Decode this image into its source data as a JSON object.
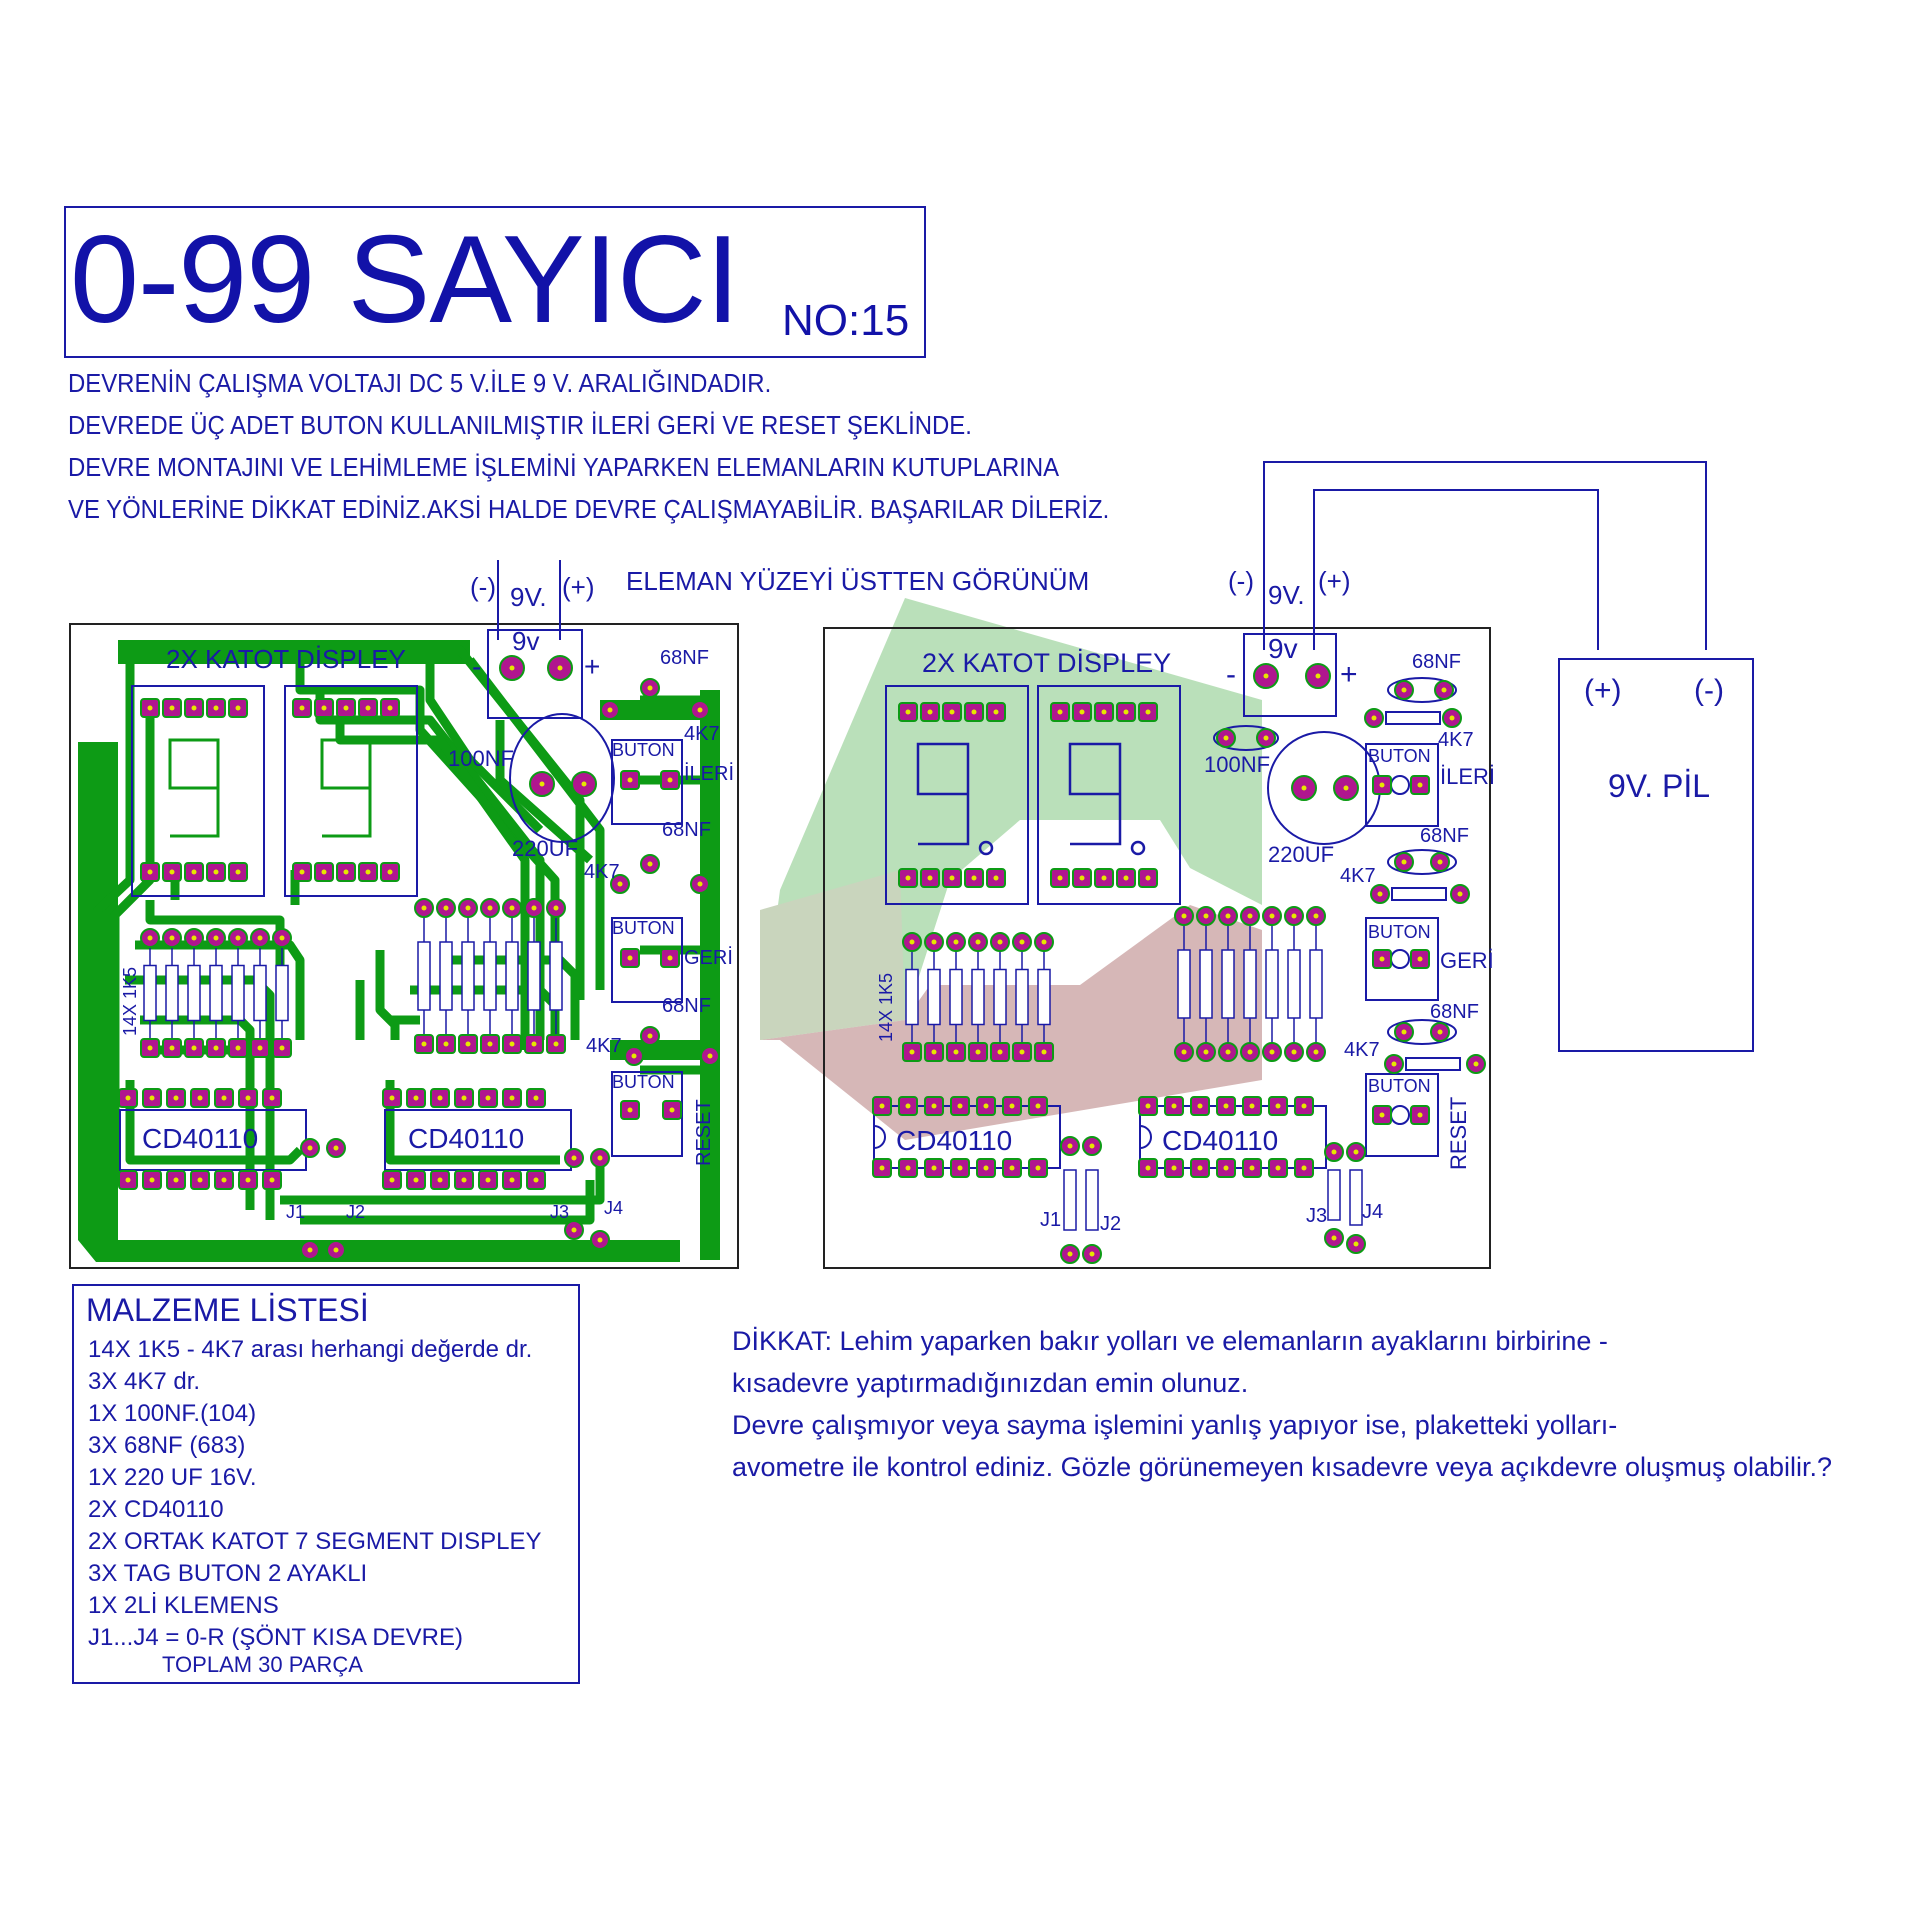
{
  "header": {
    "title": "0-99 SAYICI",
    "number": "NO:15"
  },
  "notes": [
    "DEVRENİN ÇALIŞMA VOLTAJI DC 5 V.İLE 9 V. ARALIĞINDADIR.",
    "DEVREDE ÜÇ ADET BUTON KULLANILMIŞTIR İLERİ GERİ VE RESET ŞEKLİNDE.",
    "DEVRE MONTAJINI VE LEHİMLEME İŞLEMİNİ YAPARKEN ELEMANLARIN KUTUPLARINA",
    "VE YÖNLERİNE DİKKAT EDİNİZ.AKSİ HALDE DEVRE ÇALIŞMAYABİLİR. BAŞARILAR DİLERİZ."
  ],
  "component_view_title": "ELEMAN YÜZEYİ ÜSTTEN GÖRÜNÜM",
  "labels": {
    "minus_paren": "(-)",
    "plus_paren": "(+)",
    "v9_dot": "9V.",
    "v9": "9v",
    "minus": "-",
    "plus": "+",
    "display": "2X KATOT DİSPLEY",
    "cap_68nf": "68NF",
    "res_4k7": "4K7",
    "cap_100nf": "100NF",
    "cap_220uf": "220UF",
    "buton": "BUTON",
    "ileri": "İLERİ",
    "geri": "GERİ",
    "reset": "RESET",
    "res_1k5": "14X 1K5",
    "ic": "CD40110",
    "j1": "J1",
    "j2": "J2",
    "j3": "J3",
    "j4": "J4"
  },
  "materials": {
    "title": "MALZEME LİSTESİ",
    "items": [
      "14X 1K5 - 4K7 arası herhangi değerde dr.",
      "3X  4K7 dr.",
      "1X 100NF.(104)",
      "3X 68NF (683)",
      "1X 220 UF 16V.",
      "2X CD40110",
      "2X ORTAK KATOT 7 SEGMENT DISPLEY",
      "3X TAG BUTON 2 AYAKLI",
      "1X 2Lİ KLEMENS",
      "J1...J4  = 0-R (ŞÖNT KISA DEVRE)"
    ],
    "total": "TOPLAM 30 PARÇA"
  },
  "warning": [
    "DİKKAT: Lehim yaparken bakır yolları ve elemanların ayaklarını birbirine -",
    "kısadevre yaptırmadığınızdan emin olunuz.",
    "Devre çalışmıyor veya sayma işlemini yanlış yapıyor ise, plaketteki yolları-",
    "avometre ile kontrol ediniz. Gözle görünemeyen kısadevre veya açıkdevre oluşmuş olabilir.?"
  ],
  "battery": {
    "plus": "(+)",
    "minus": "(-)",
    "label": "9V. PİL"
  },
  "colors": {
    "ink": "#1a1aa6",
    "copper": "#0d9b15",
    "pad": "#b0168f",
    "pad_center": "#e6e600",
    "watermark_green": "#a3d6a3",
    "watermark_red": "#c9a0a0"
  }
}
